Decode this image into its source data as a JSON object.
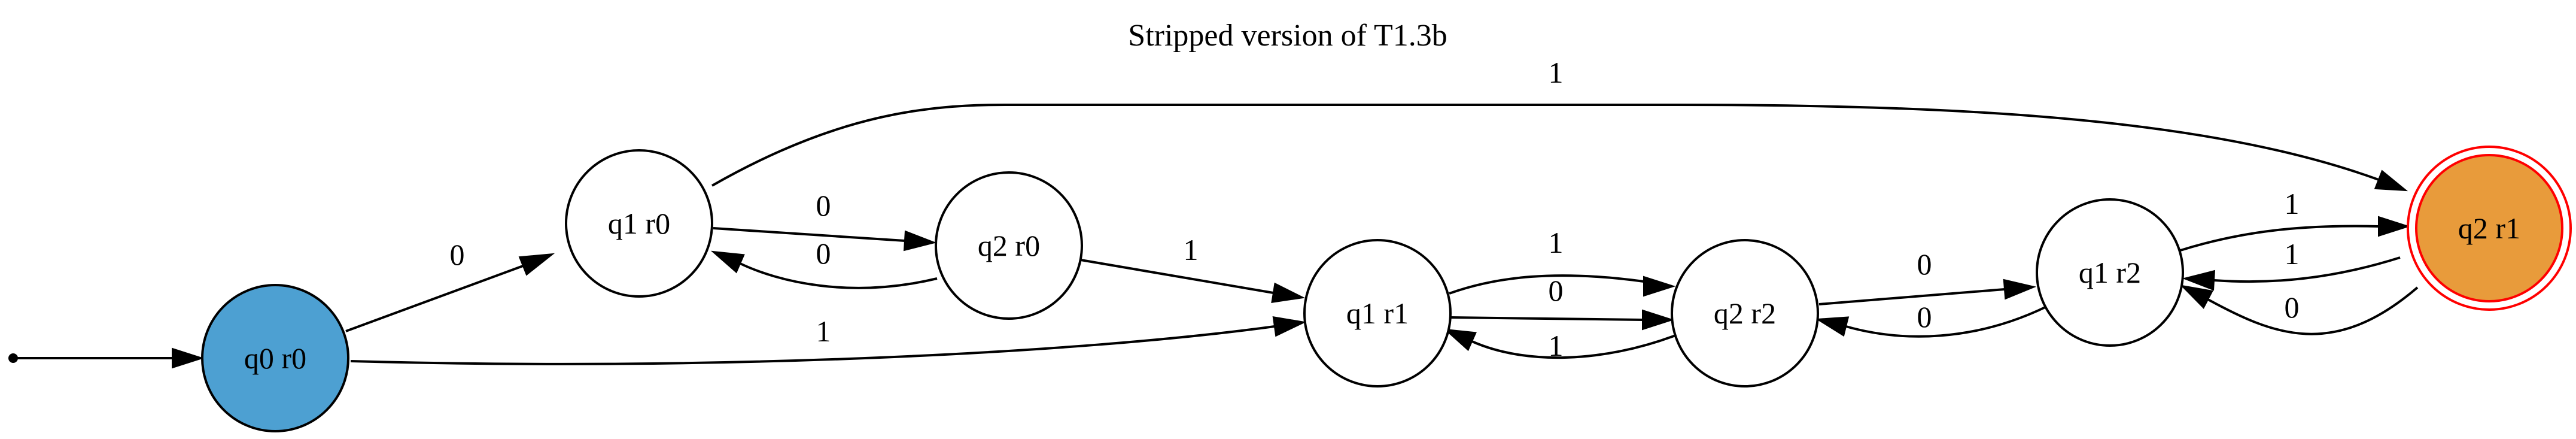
{
  "title": "Stripped version of T1.3b",
  "colors": {
    "start": "#4da0d2",
    "accepting": "#e89b3b",
    "accepting_ring": "#ff0000",
    "default": "#ffffff",
    "stroke": "#000000"
  },
  "states": [
    {
      "id": "q0r0",
      "label": "q0 r0",
      "kind": "start"
    },
    {
      "id": "q1r0",
      "label": "q1 r0",
      "kind": "normal"
    },
    {
      "id": "q2r0",
      "label": "q2 r0",
      "kind": "normal"
    },
    {
      "id": "q1r1",
      "label": "q1 r1",
      "kind": "normal"
    },
    {
      "id": "q2r2",
      "label": "q2 r2",
      "kind": "normal"
    },
    {
      "id": "q1r2",
      "label": "q1 r2",
      "kind": "normal"
    },
    {
      "id": "q2r1",
      "label": "q2 r1",
      "kind": "accepting"
    }
  ],
  "transitions": [
    {
      "from": "q0r0",
      "to": "q1r0",
      "label": "0"
    },
    {
      "from": "q0r0",
      "to": "q1r1",
      "label": "1"
    },
    {
      "from": "q1r0",
      "to": "q2r0",
      "label": "0"
    },
    {
      "from": "q2r0",
      "to": "q1r0",
      "label": "0"
    },
    {
      "from": "q1r0",
      "to": "q2r1",
      "label": "1"
    },
    {
      "from": "q2r0",
      "to": "q1r1",
      "label": "1"
    },
    {
      "from": "q1r1",
      "to": "q2r2",
      "label": "1"
    },
    {
      "from": "q1r1",
      "to": "q2r2",
      "label": "0"
    },
    {
      "from": "q2r2",
      "to": "q1r1",
      "label": "1"
    },
    {
      "from": "q2r2",
      "to": "q1r2",
      "label": "0"
    },
    {
      "from": "q1r2",
      "to": "q2r2",
      "label": "0"
    },
    {
      "from": "q1r2",
      "to": "q2r1",
      "label": "1"
    },
    {
      "from": "q2r1",
      "to": "q1r2",
      "label": "1"
    },
    {
      "from": "q2r1",
      "to": "q1r2",
      "label": "0"
    }
  ]
}
